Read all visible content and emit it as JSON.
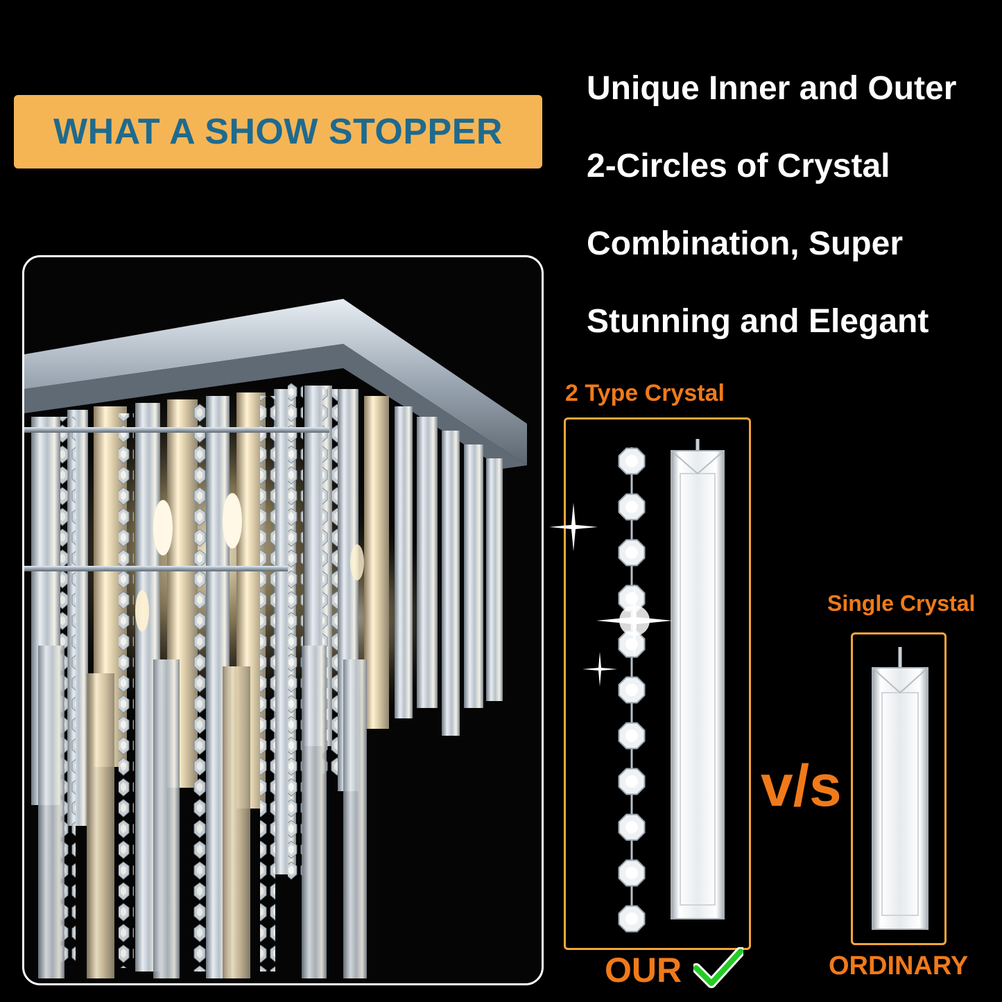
{
  "banner": {
    "text": "WHAT A SHOW STOPPER",
    "background": "#f5b555",
    "text_color": "#1e6a8e"
  },
  "tagline": {
    "lines": [
      "Unique Inner and Outer",
      "2-Circles of Crystal",
      "Combination, Super",
      "Stunning and Elegant"
    ]
  },
  "comparison": {
    "left_title": "2 Type Crystal",
    "right_title": "Single Crystal",
    "versus": "v/s",
    "left_caption": "OUR",
    "right_caption": "ORDINARY",
    "accent_color": "#f07a1a",
    "frame_color": "#f5a63b",
    "check_color": "#22cc22",
    "check_icon": "check-mark-icon"
  },
  "product": {
    "image": "crystal-chandelier-photo"
  }
}
